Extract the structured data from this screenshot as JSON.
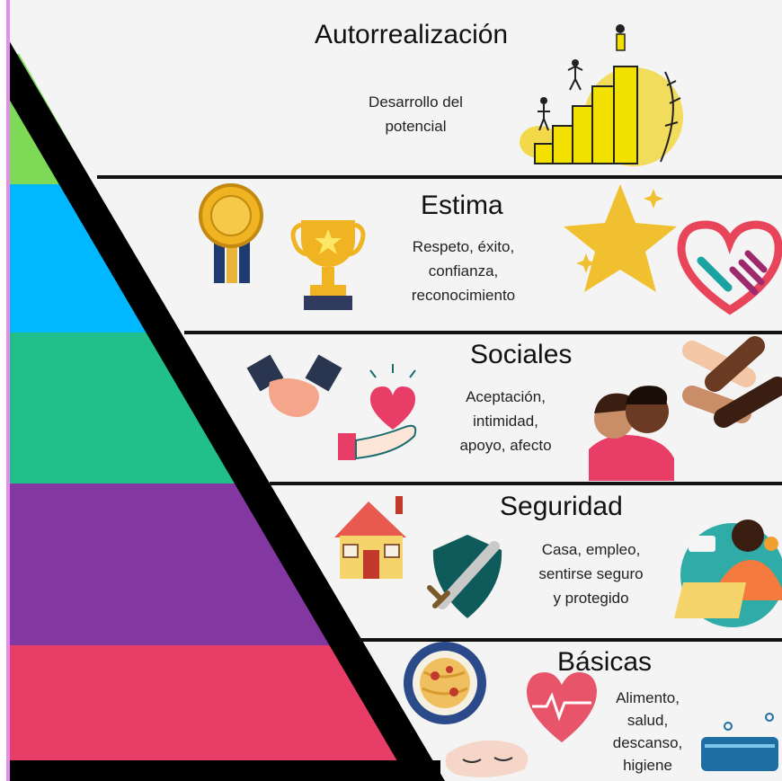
{
  "pyramid": {
    "levels": [
      {
        "title": "Autorrealización",
        "description": [
          "Desarrollo del",
          "potencial"
        ],
        "color": "#7ed957"
      },
      {
        "title": "Estima",
        "description": [
          "Respeto, éxito,",
          "confianza,",
          "reconocimiento"
        ],
        "color": "#00b8ff"
      },
      {
        "title": "Sociales",
        "description": [
          "Aceptación,",
          "intimidad,",
          "apoyo, afecto"
        ],
        "color": "#21c08b"
      },
      {
        "title": "Seguridad",
        "description": [
          "Casa, empleo,",
          "sentirse seguro",
          "y protegido"
        ],
        "color": "#8337a0"
      },
      {
        "title": "Básicas",
        "description": [
          "Alimento,",
          "salud,",
          "descanso,",
          "higiene"
        ],
        "color": "#e83d66"
      }
    ],
    "panel_color": "#f4f4f4",
    "edge_color": "#000000",
    "accent_strip_color": "#e38ee8"
  }
}
